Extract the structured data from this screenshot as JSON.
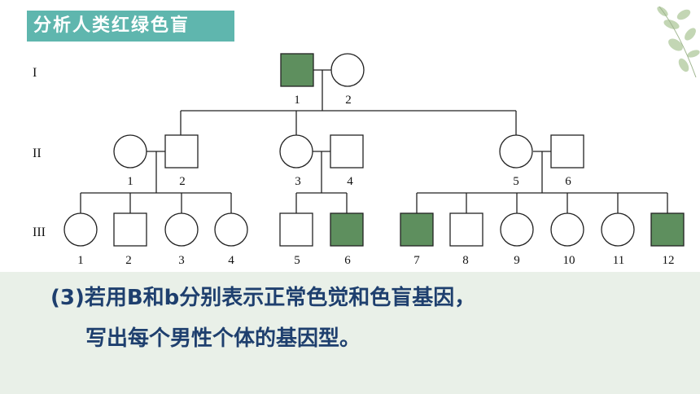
{
  "title": "分析人类红绿色盲",
  "generations": [
    "I",
    "II",
    "III"
  ],
  "individuals": {
    "I": [
      {
        "num": "1",
        "sex": "male",
        "affected": true
      },
      {
        "num": "2",
        "sex": "female",
        "affected": false
      }
    ],
    "II": [
      {
        "num": "1",
        "sex": "female",
        "affected": false
      },
      {
        "num": "2",
        "sex": "male",
        "affected": false
      },
      {
        "num": "3",
        "sex": "female",
        "affected": false
      },
      {
        "num": "4",
        "sex": "male",
        "affected": false
      },
      {
        "num": "5",
        "sex": "female",
        "affected": false
      },
      {
        "num": "6",
        "sex": "male",
        "affected": false
      }
    ],
    "III": [
      {
        "num": "1",
        "sex": "female",
        "affected": false
      },
      {
        "num": "2",
        "sex": "male",
        "affected": false
      },
      {
        "num": "3",
        "sex": "female",
        "affected": false
      },
      {
        "num": "4",
        "sex": "female",
        "affected": false
      },
      {
        "num": "5",
        "sex": "male",
        "affected": false
      },
      {
        "num": "6",
        "sex": "male",
        "affected": true
      },
      {
        "num": "7",
        "sex": "male",
        "affected": true
      },
      {
        "num": "8",
        "sex": "male",
        "affected": false
      },
      {
        "num": "9",
        "sex": "female",
        "affected": false
      },
      {
        "num": "10",
        "sex": "female",
        "affected": false
      },
      {
        "num": "11",
        "sex": "female",
        "affected": false
      },
      {
        "num": "12",
        "sex": "male",
        "affected": true
      }
    ]
  },
  "question": {
    "line1": "(3)若用B和b分别表示正常色觉和色盲基因，",
    "line2": "写出每个男性个体的基因型。"
  },
  "colors": {
    "affected_fill": "#5e8f5e",
    "title_bg": "#5fb6ae",
    "question_text": "#1e3f6e",
    "band_bg": "#e9f0e8"
  }
}
